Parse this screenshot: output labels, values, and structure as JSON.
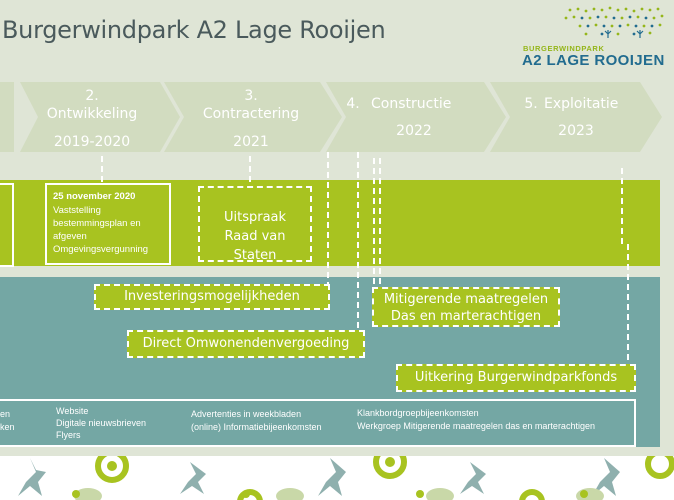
{
  "header": {
    "title": "Burgerwindpark A2 Lage Rooijen"
  },
  "logo": {
    "subtitle": "BURGERWINDPARK",
    "name": "A2 LAGE ROOIJEN"
  },
  "phases": [
    {
      "number": "2.",
      "name": "Ontwikkeling",
      "period": "2019-2020"
    },
    {
      "number": "3.",
      "name": "Contractering",
      "period": "2021"
    },
    {
      "number": "4.",
      "name": "Constructie",
      "period": "2022"
    },
    {
      "number": "5.",
      "name": "Exploitatie",
      "period": "2023"
    }
  ],
  "milestones": {
    "decision": {
      "date": "25 november 2020",
      "lines": [
        "Vaststelling",
        "bestemmingsplan en",
        "afgeven",
        "Omgevingsvergunning"
      ]
    },
    "ruling": "Uitspraak Raad van Staten"
  },
  "measures": {
    "investment": "Investeringsmogelijkheden",
    "compensation": "Direct Omwonendenvergoeding",
    "mitigation_line1": "Mitigerende maatregelen",
    "mitigation_line2": "Das en marterachtigen",
    "fund": "Uitkering Burgerwindparkfonds"
  },
  "communication": {
    "col0": [
      "en",
      "ken"
    ],
    "col1": [
      "Website",
      "Digitale nieuwsbrieven",
      "Flyers"
    ],
    "col2": [
      "Advertenties in weekbladen",
      "(online) Informatiebijeenkomsten"
    ],
    "col3": [
      "Klankbordgroepbijeenkomsten",
      "Werkgroep Mitigerende maatregelen das en marterachtigen"
    ]
  },
  "colors": {
    "green": "#a8c320",
    "teal": "#74a7a4",
    "arrow": "#d2dcc0",
    "blue": "#226c8f"
  }
}
